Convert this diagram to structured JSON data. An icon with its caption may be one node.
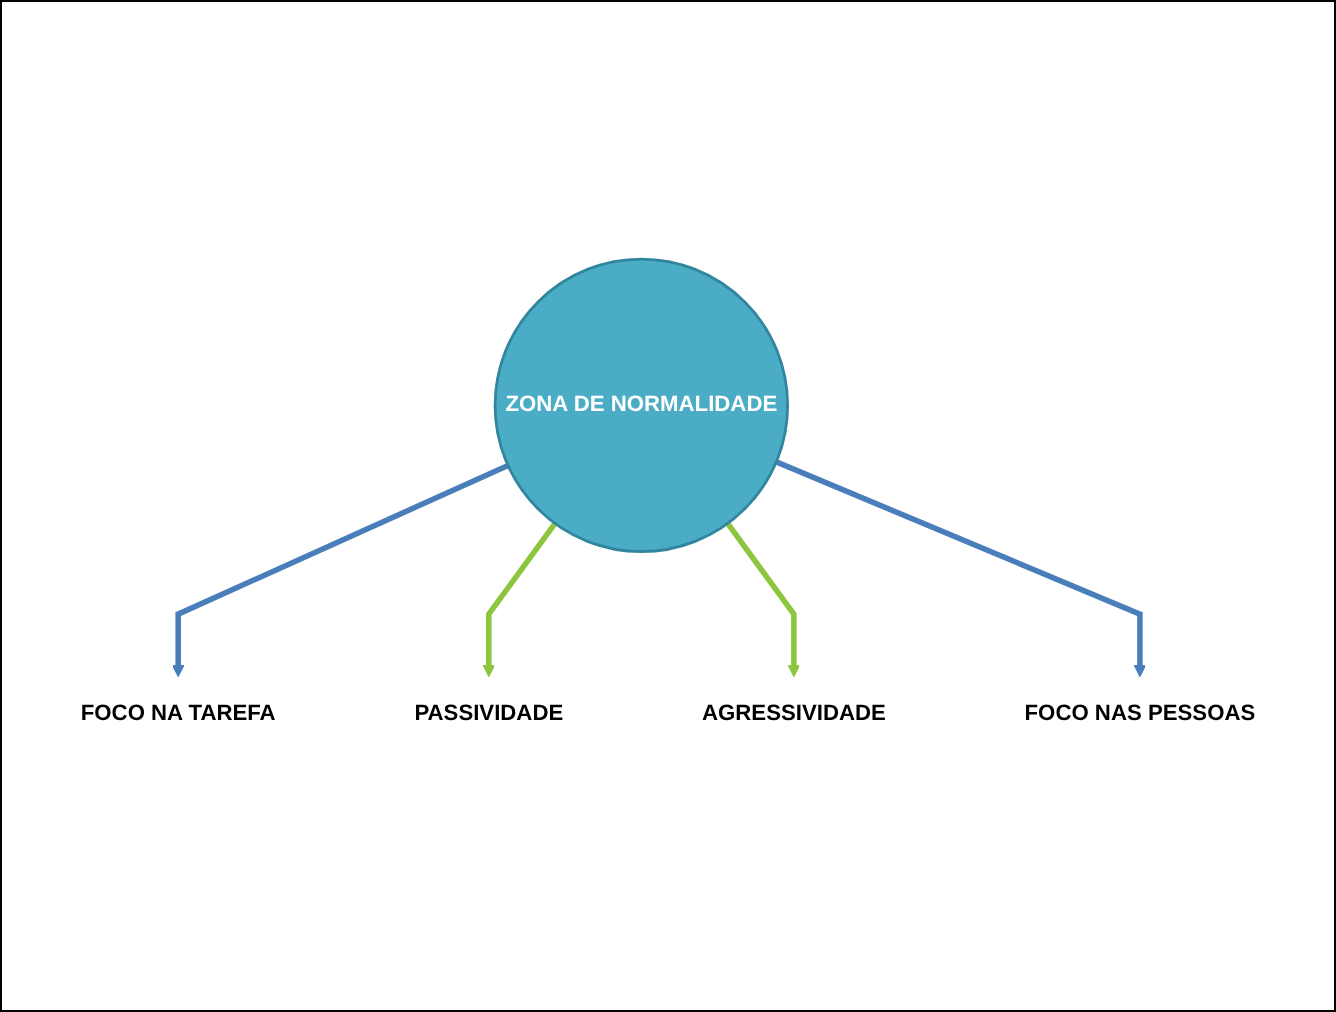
{
  "diagram": {
    "nodes": [
      {
        "text": [
          "FOCO NA TAREFA"
        ]
      },
      {
        "text": [
          "PASSIVIDADE"
        ]
      },
      {
        "text": [
          "ZONA DE NORMALIDADE"
        ]
      },
      {
        "text": [
          "AGRESSIVIDADE"
        ]
      },
      {
        "text": [
          "FOCO NAS PESSOAS"
        ]
      }
    ],
    "edges": [
      {
        "from": 2,
        "to": 0,
        "arrow": "to",
        "color": "#4a7ebb"
      },
      {
        "from": 2,
        "to": 1,
        "arrow": "to",
        "color": "#8cc63e"
      },
      {
        "from": 2,
        "to": 3,
        "arrow": "to",
        "color": "#8cc63e"
      },
      {
        "from": 2,
        "to": 4,
        "arrow": "to",
        "color": "#4a7ebb"
      }
    ]
  }
}
